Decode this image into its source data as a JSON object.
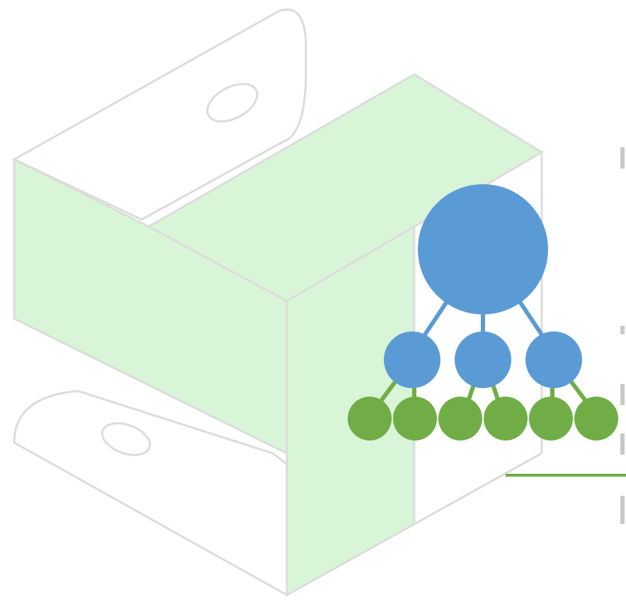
{
  "colors": {
    "background": "#ffffff",
    "bracket_fill": "#d8f5d8",
    "bracket_outline": "#dcdcdc",
    "node_blue": "#5b9bd5",
    "node_green": "#70ad47",
    "link_blue": "#5b9bd5",
    "link_green": "#70ad47",
    "underline": "#70ad47",
    "edge_marks": "#c8c8c8"
  },
  "diagram": {
    "type": "tree-hierarchy-logo",
    "levels": [
      {
        "level": 0,
        "node_count": 1,
        "color": "blue"
      },
      {
        "level": 1,
        "node_count": 3,
        "color": "blue"
      },
      {
        "level": 2,
        "node_count": 6,
        "color": "green"
      }
    ],
    "background_graphic": "bracket-shape"
  }
}
